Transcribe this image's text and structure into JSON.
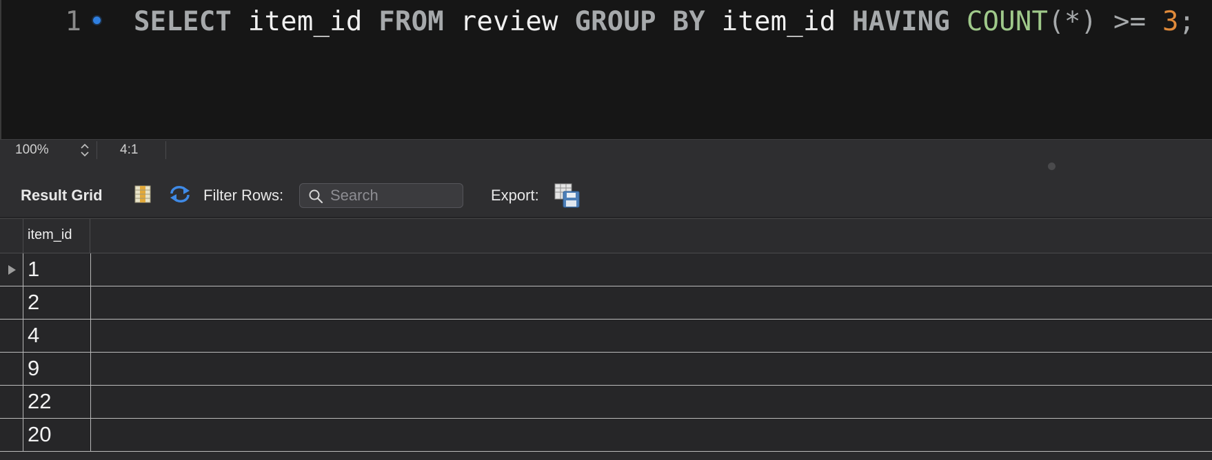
{
  "editor": {
    "line_number": "1",
    "sql_tokens": [
      {
        "text": "SELECT",
        "kind": "kw"
      },
      {
        "text": " ",
        "kind": "id"
      },
      {
        "text": "item_id",
        "kind": "id"
      },
      {
        "text": " ",
        "kind": "id"
      },
      {
        "text": "FROM",
        "kind": "kw"
      },
      {
        "text": " ",
        "kind": "id"
      },
      {
        "text": "review",
        "kind": "id"
      },
      {
        "text": " ",
        "kind": "id"
      },
      {
        "text": "GROUP BY",
        "kind": "kw"
      },
      {
        "text": " ",
        "kind": "id"
      },
      {
        "text": "item_id",
        "kind": "id"
      },
      {
        "text": " ",
        "kind": "id"
      },
      {
        "text": "HAVING",
        "kind": "kw"
      },
      {
        "text": " ",
        "kind": "id"
      },
      {
        "text": "COUNT",
        "kind": "fn"
      },
      {
        "text": "(*) >=",
        "kind": "op"
      },
      {
        "text": " ",
        "kind": "id"
      },
      {
        "text": "3",
        "kind": "num"
      },
      {
        "text": ";",
        "kind": "op"
      }
    ]
  },
  "statusbar": {
    "zoom": "100%",
    "cursor_position": "4:1"
  },
  "result_toolbar": {
    "result_grid_label": "Result Grid",
    "filter_label": "Filter Rows:",
    "search_placeholder": "Search",
    "search_value": "",
    "export_label": "Export:"
  },
  "result_grid": {
    "columns": [
      "item_id"
    ],
    "rows": [
      [
        "1"
      ],
      [
        "2"
      ],
      [
        "4"
      ],
      [
        "9"
      ],
      [
        "22"
      ],
      [
        "20"
      ]
    ],
    "selected_row": 0
  },
  "colors": {
    "editor_bg": "#161616",
    "keyword": "#a6a9ab",
    "function": "#9fc98a",
    "number": "#e08a3a",
    "line_marker": "#2f7fe0"
  }
}
